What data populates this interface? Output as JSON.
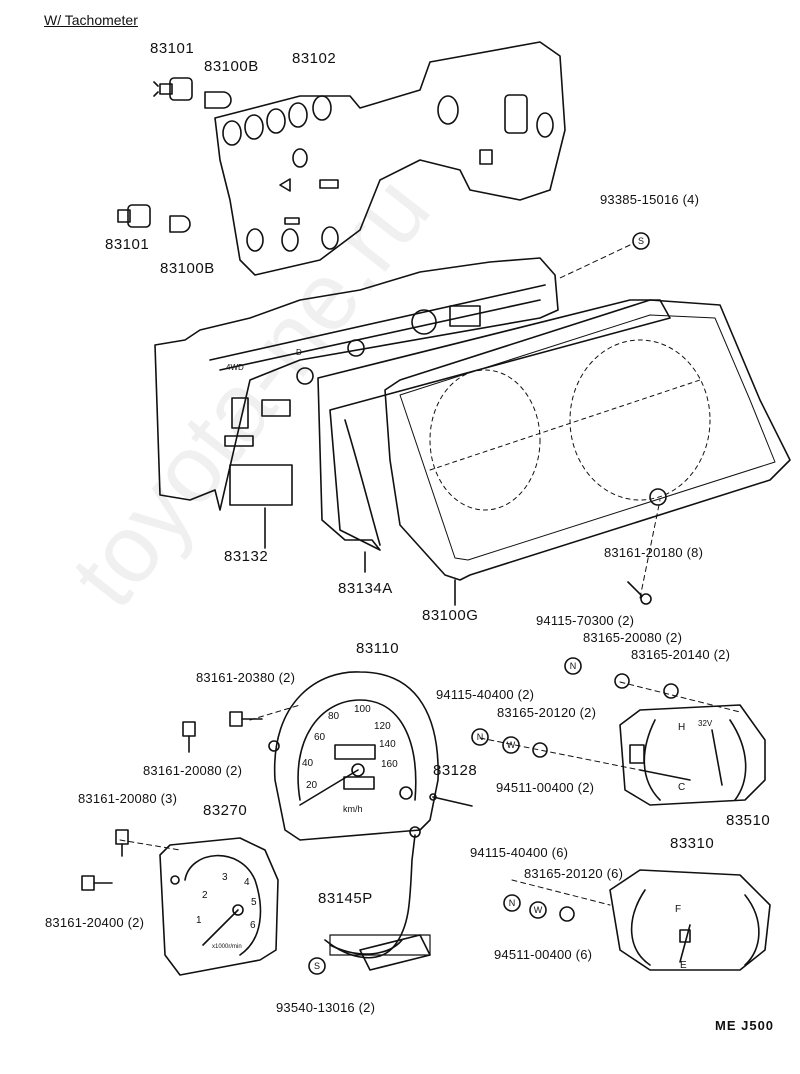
{
  "header": "W/ Tachometer",
  "footer_code": "ME  J500",
  "watermark": "toyota-ne.ru",
  "gauges": {
    "speedo_numbers": [
      "20",
      "40",
      "60",
      "80",
      "100",
      "120",
      "140",
      "160"
    ],
    "speedo_unit": "km/h",
    "tacho_numbers": [
      "1",
      "2",
      "3",
      "4",
      "5",
      "6"
    ],
    "tacho_unit": "x1000r/min",
    "temp_marks": [
      "H",
      "32V",
      "C"
    ],
    "fuel_marks": [
      "F",
      "E"
    ],
    "panel_text": [
      "4WD",
      "D"
    ]
  },
  "labels": {
    "p83101_top": "83101",
    "p83100b_top": "83100B",
    "p83102": "83102",
    "p83101_bot": "83101",
    "p83100b_bot": "83100B",
    "p93385": "93385-15016 (4)",
    "p83132": "83132",
    "p83134a": "83134A",
    "p83100g": "83100G",
    "p83161_20180": "83161-20180 (8)",
    "p94115_70300": "94115-70300 (2)",
    "p83165_20080": "83165-20080 (2)",
    "p83165_20140": "83165-20140 (2)",
    "p83110": "83110",
    "p83161_20380": "83161-20380 (2)",
    "p94115_40400_2": "94115-40400 (2)",
    "p83165_20120_2": "83165-20120 (2)",
    "p83161_20080_2": "83161-20080 (2)",
    "p83128": "83128",
    "p94511_00400_2": "94511-00400 (2)",
    "p83510": "83510",
    "p83161_20080_3": "83161-20080 (3)",
    "p83270": "83270",
    "p83310": "83310",
    "p94115_40400_6": "94115-40400 (6)",
    "p83165_20120_6": "83165-20120 (6)",
    "p83145p": "83145P",
    "p83161_20400": "83161-20400 (2)",
    "p94511_00400_6": "94511-00400 (6)",
    "p93540": "93540-13016 (2)"
  },
  "symbols": {
    "s": "S",
    "n": "N",
    "w": "W"
  }
}
